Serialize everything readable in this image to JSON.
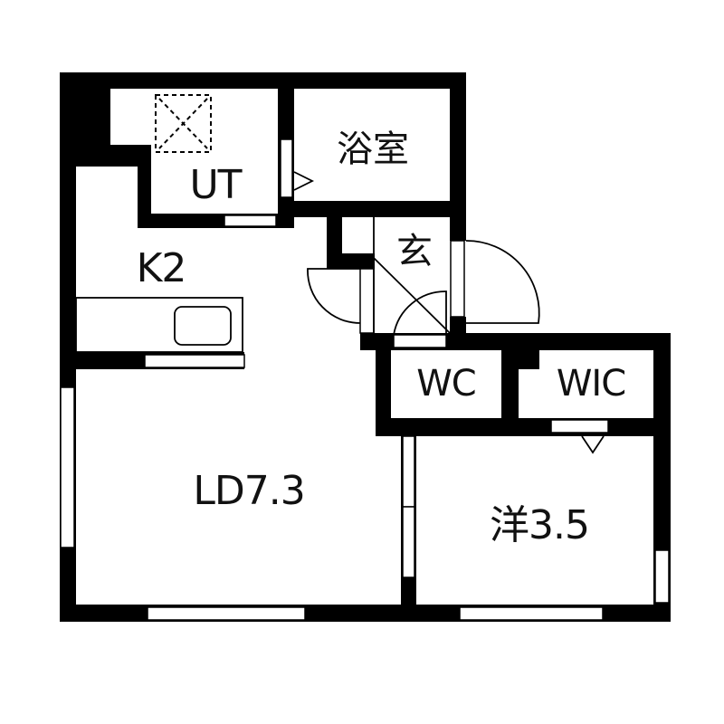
{
  "floor_plan": {
    "colors": {
      "wall": "#000000",
      "background": "#ffffff",
      "line": "#000000",
      "text": "#111111"
    },
    "rooms": [
      {
        "id": "utility",
        "label": "UT"
      },
      {
        "id": "bathroom",
        "label": "浴室"
      },
      {
        "id": "kitchen",
        "label": "K2"
      },
      {
        "id": "entrance",
        "label": "玄"
      },
      {
        "id": "toilet",
        "label": "WC"
      },
      {
        "id": "walk-in-closet",
        "label": "WIC"
      },
      {
        "id": "living-dining",
        "label": "LD7.3"
      },
      {
        "id": "western-room",
        "label": "洋3.5"
      }
    ],
    "symbols": [
      {
        "id": "washing-machine-pan",
        "icon": "dashed-x-box-icon"
      },
      {
        "id": "kitchen-sink",
        "icon": "sink-icon"
      },
      {
        "id": "entry-door",
        "icon": "swing-door-icon"
      },
      {
        "id": "bathroom-door-arrow",
        "icon": "triangle-arrow-icon"
      },
      {
        "id": "closet-door-arrow",
        "icon": "triangle-arrow-icon"
      }
    ]
  }
}
